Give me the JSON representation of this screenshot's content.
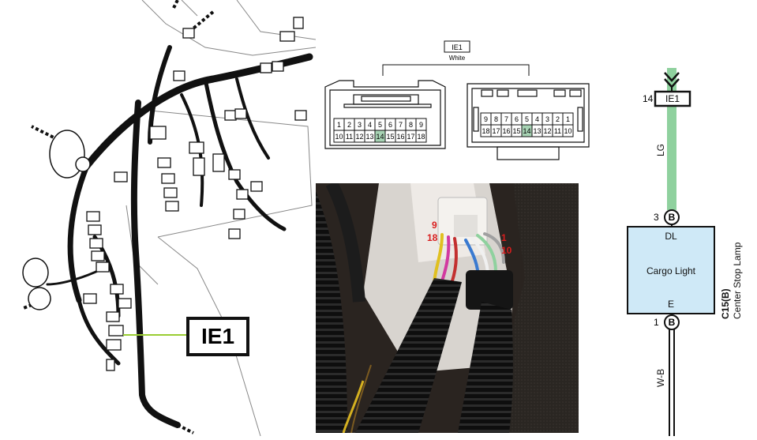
{
  "harness_callout": {
    "label": "IE1"
  },
  "connector": {
    "name": "IE1",
    "color": "White",
    "left_pins_top": [
      "1",
      "2",
      "3",
      "4",
      "5",
      "6",
      "7",
      "8",
      "9"
    ],
    "left_pins_bottom": [
      "10",
      "11",
      "12",
      "13",
      "14",
      "15",
      "16",
      "17",
      "18"
    ],
    "right_pins_top": [
      "9",
      "8",
      "7",
      "6",
      "5",
      "4",
      "3",
      "2",
      "1"
    ],
    "right_pins_bottom": [
      "18",
      "17",
      "16",
      "15",
      "14",
      "13",
      "12",
      "11",
      "10"
    ],
    "highlight_pin": "14",
    "highlight_color": "#a7d3b4"
  },
  "photo": {
    "pin_labels": {
      "top_left": "9",
      "bottom_left": "18",
      "top_right": "1",
      "bottom_right": "10"
    },
    "label_color": "#d81e1e"
  },
  "schematic": {
    "connector_pin": "14",
    "connector_name": "IE1",
    "wire_top_color_code": "LG",
    "wire_top_color": "#8fd19e",
    "pin_top": "3",
    "pin_top_badge": "B",
    "pin_bottom": "1",
    "pin_bottom_badge": "B",
    "component_top_label": "DL",
    "component_name": "Cargo Light",
    "component_bottom_label": "E",
    "component_code": "C15(B)",
    "component_desc": "Center Stop Lamp",
    "wire_bottom_color_code": "W-B"
  }
}
